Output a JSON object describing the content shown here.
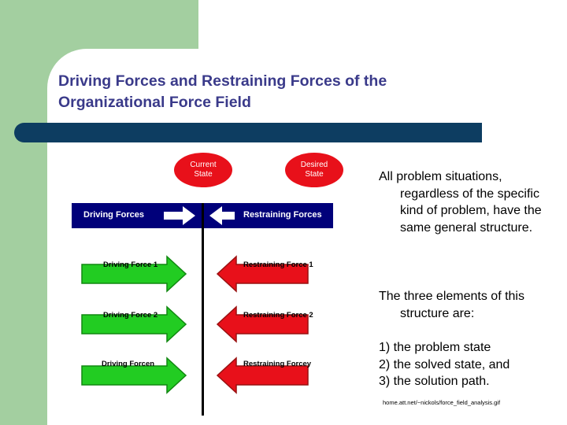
{
  "slide": {
    "title_line1": "Driving Forces and Restraining Forces of the",
    "title_line2": "Organizational Force Field"
  },
  "diagram": {
    "current_state_line1": "Current",
    "current_state_line2": "State",
    "desired_state_line1": "Desired",
    "desired_state_line2": "State",
    "driving_header": "Driving Forces",
    "restraining_header": "Restraining Forces",
    "driving_forces": [
      "Driving Force 1",
      "Driving Force 2",
      "Driving Forcen"
    ],
    "restraining_forces": [
      "Restraining Force 1",
      "Restraining Force 2",
      "Restraining Forcey"
    ],
    "colors": {
      "state_oval": "#e8101a",
      "header_band": "#00007a",
      "driving_arrow": "#22cc22",
      "restraining_arrow": "#e8101a"
    }
  },
  "text": {
    "para1": "All problem situations, regardless of the specific kind of problem, have the same general structure.",
    "para2": "The three elements of this structure are:",
    "list": [
      "1) the problem state",
      "2) the solved state, and",
      "3) the solution path."
    ],
    "source": "home.att.net/~nickols/force_field_analysis.gif"
  }
}
